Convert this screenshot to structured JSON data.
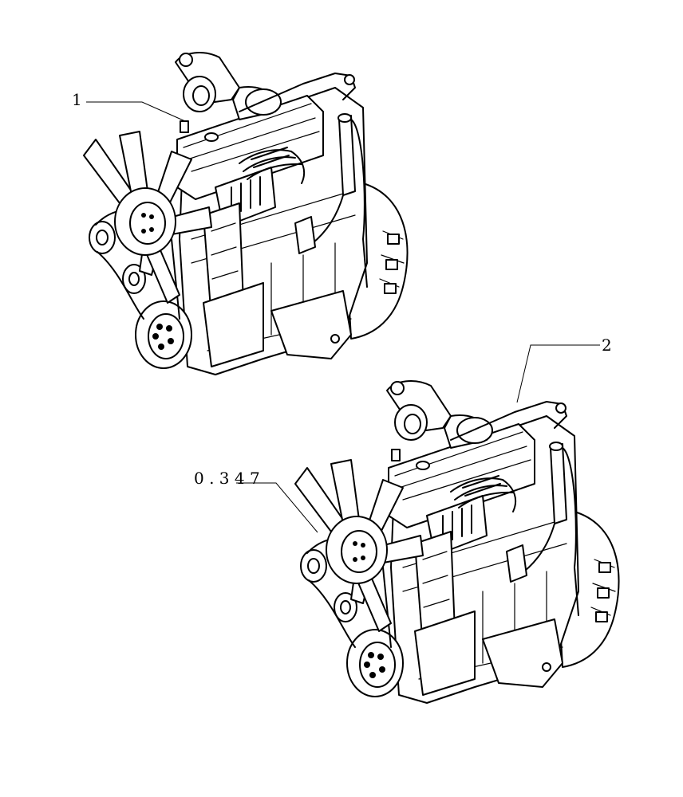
{
  "callouts": [
    {
      "id": "1",
      "label": "1"
    },
    {
      "id": "2",
      "label": "2"
    },
    {
      "id": "ref",
      "label": "0 . 3 4 7"
    }
  ],
  "colors": {
    "line": "#000000",
    "background": "#ffffff"
  }
}
